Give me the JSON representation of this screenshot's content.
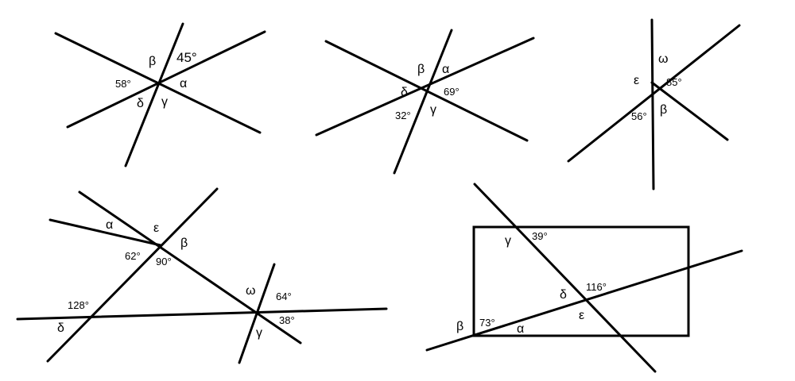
{
  "figures": [
    {
      "id": "fig1",
      "labels": {
        "beta": "β",
        "angle_45": "45°",
        "alpha": "α",
        "angle_58": "58°",
        "delta": "δ",
        "gamma": "γ"
      }
    },
    {
      "id": "fig2",
      "labels": {
        "beta": "β",
        "alpha": "α",
        "delta": "δ",
        "angle_69": "69°",
        "angle_32": "32°",
        "gamma": "γ"
      }
    },
    {
      "id": "fig3",
      "labels": {
        "omega": "ω",
        "epsilon": "ε",
        "angle_85": "85°",
        "angle_56": "56°",
        "beta": "β"
      }
    },
    {
      "id": "fig4",
      "labels": {
        "alpha": "α",
        "epsilon": "ε",
        "beta": "β",
        "angle_62": "62°",
        "angle_90": "90°",
        "angle_128": "128°",
        "delta": "δ",
        "omega": "ω",
        "angle_64": "64°",
        "angle_38": "38°",
        "gamma": "γ"
      }
    },
    {
      "id": "fig5",
      "labels": {
        "gamma": "γ",
        "angle_39": "39°",
        "delta": "δ",
        "angle_116": "116°",
        "epsilon": "ε",
        "beta": "β",
        "angle_73": "73°",
        "alpha": "α"
      }
    }
  ]
}
